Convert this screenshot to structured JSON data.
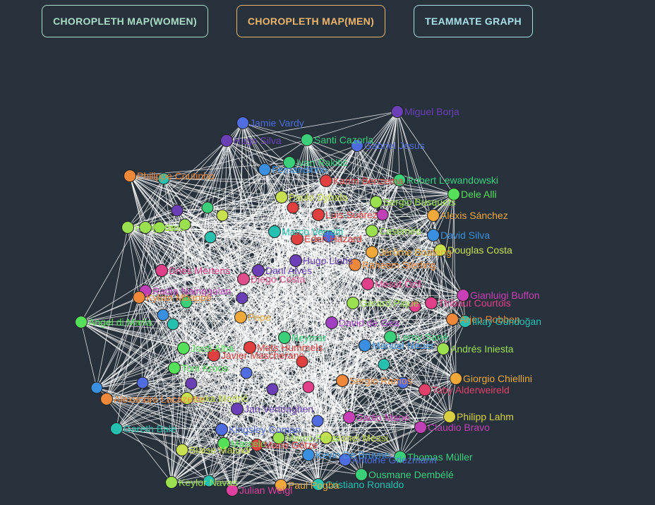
{
  "nav": {
    "women_label": "CHOROPLETH MAP(WOMEN)",
    "men_label": "CHOROPLETH MAP(MEN)",
    "team_label": "TEAMMATE GRAPH"
  },
  "colors": {
    "background": "#28323c",
    "link": "#ffffff",
    "women_accent": "#a9ddc6",
    "men_accent": "#f0b56a",
    "team_accent": "#a9e0e8"
  },
  "graph": {
    "type": "force-directed teammate network",
    "nodes": [
      {
        "label": "Jamie Vardy",
        "color": "#4f6de0"
      },
      {
        "label": "Miguel Borja",
        "color": "#6b3fb5"
      },
      {
        "label": "Hugo Silva",
        "color": "#6b3fb5"
      },
      {
        "label": "Santi Cazorla",
        "color": "#3ad07a"
      },
      {
        "label": "Gabriel Jesus",
        "color": "#4f6de0"
      },
      {
        "label": "Ivan Rakitić",
        "color": "#3ad07a"
      },
      {
        "label": "Fernandinho",
        "color": "#3a8fe0"
      },
      {
        "label": "Robert Lewandowski",
        "color": "#3ad07a"
      },
      {
        "label": "Philippe Coutinho",
        "color": "#f0883a"
      },
      {
        "label": "Dele Alli",
        "color": "#56e05a"
      },
      {
        "label": "Sergio Busquets",
        "color": "#9be04f"
      },
      {
        "label": "Alexis Sánchez",
        "color": "#f0a83a"
      },
      {
        "label": "David Silva",
        "color": "#3a8fe0"
      },
      {
        "label": "Douglas Costa",
        "color": "#c8e04f"
      },
      {
        "label": "Pedro",
        "color": "#9be04f"
      },
      {
        "label": "Dani Alves",
        "color": "#6b3fb5"
      },
      {
        "label": "Diego Costa",
        "color": "#e04f8a"
      },
      {
        "label": "Hugo Lloris",
        "color": "#6b3fb5"
      },
      {
        "label": "Raheem Sterling",
        "color": "#f0883a"
      },
      {
        "label": "Mesut Özil",
        "color": "#e0408a"
      },
      {
        "label": "Gianluigi Buffon",
        "color": "#c840b5"
      },
      {
        "label": "Thibaut Courtois",
        "color": "#e0408a"
      },
      {
        "label": "Arjen Robben",
        "color": "#f0883a"
      },
      {
        "label": "İlkay Gündoğan",
        "color": "#26c0b0"
      },
      {
        "label": "Ángel di María",
        "color": "#56e05a"
      },
      {
        "label": "Gerard Piqué",
        "color": "#9be04f"
      },
      {
        "label": "Pepe",
        "color": "#f0a83a"
      },
      {
        "label": "Neymar",
        "color": "#3ad07a"
      },
      {
        "label": "David de Gea",
        "color": "#a040c0"
      },
      {
        "label": "Mats Hummels",
        "color": "#e04040"
      },
      {
        "label": "Andrés Iniesta",
        "color": "#9be04f"
      },
      {
        "label": "Giorgio Chiellini",
        "color": "#f0a83a"
      },
      {
        "label": "Toby Alderweireld",
        "color": "#e0406a"
      },
      {
        "label": "Philipp Lahm",
        "color": "#d8d040"
      },
      {
        "label": "Claudio Bravo",
        "color": "#c040b5"
      },
      {
        "label": "Thomas Müller",
        "color": "#3ad07a"
      },
      {
        "label": "Ousmane Dembélé",
        "color": "#3ad07a"
      },
      {
        "label": "Cristiano Ronaldo",
        "color": "#26c0b0"
      },
      {
        "label": "Paul Pogba",
        "color": "#f0a83a"
      },
      {
        "label": "Julian Weigl",
        "color": "#e040a0"
      },
      {
        "label": "Keylor Navas",
        "color": "#9be04f"
      },
      {
        "label": "Blaise Matuidi",
        "color": "#c8e04f"
      },
      {
        "label": "Gareth Bale",
        "color": "#26c0b0"
      },
      {
        "label": "Alexandre Lacazette",
        "color": "#f0883a"
      },
      {
        "label": "Lionel Messi",
        "color": "#c8e04f"
      },
      {
        "label": "Marco Reus",
        "color": "#9be04f"
      },
      {
        "label": "Marcelo",
        "color": "#56e05a"
      },
      {
        "label": "Kevin De Bruyne",
        "color": "#3a8fe0"
      },
      {
        "label": "Antoine Griezmann",
        "color": "#4f6de0"
      },
      {
        "label": "Mario Götze",
        "color": "#e04040"
      },
      {
        "label": "Kingsley Coman",
        "color": "#4f6de0"
      },
      {
        "label": "Sadio Mané",
        "color": "#c840b5"
      },
      {
        "label": "Dries Mertens",
        "color": "#e0408a"
      },
      {
        "label": "Jan Vertonghen",
        "color": "#6b3fb5"
      },
      {
        "label": "Karim Benzema",
        "color": "#e04040"
      },
      {
        "label": "Paulo Dybala",
        "color": "#c8e04f"
      },
      {
        "label": "Jordi Alba",
        "color": "#56e05a"
      },
      {
        "label": "Marco Verratti",
        "color": "#26c0b0"
      },
      {
        "label": "Toni Kroos",
        "color": "#56e05a"
      },
      {
        "label": "Javier Mascherano",
        "color": "#e04040"
      },
      {
        "label": "Casemiro",
        "color": "#9be04f"
      },
      {
        "label": "Leroy Sané",
        "color": "#3ad07a"
      },
      {
        "label": "Radja Nainggolan",
        "color": "#c040b5"
      },
      {
        "label": "Jérôme Boateng",
        "color": "#f0a83a"
      },
      {
        "label": "Kylian Mbappé",
        "color": "#f0883a"
      },
      {
        "label": "Eden Hazard",
        "color": "#e04040"
      },
      {
        "label": "Luis Suárez",
        "color": "#e04040"
      },
      {
        "label": "Harry Kane",
        "color": "#9be04f"
      },
      {
        "label": "Sergio Ramos",
        "color": "#f0883a"
      },
      {
        "label": "Manuel Neuer",
        "color": "#3a8fe0"
      },
      {
        "label": "Luka Modrić",
        "color": "#c8e04f"
      }
    ]
  }
}
